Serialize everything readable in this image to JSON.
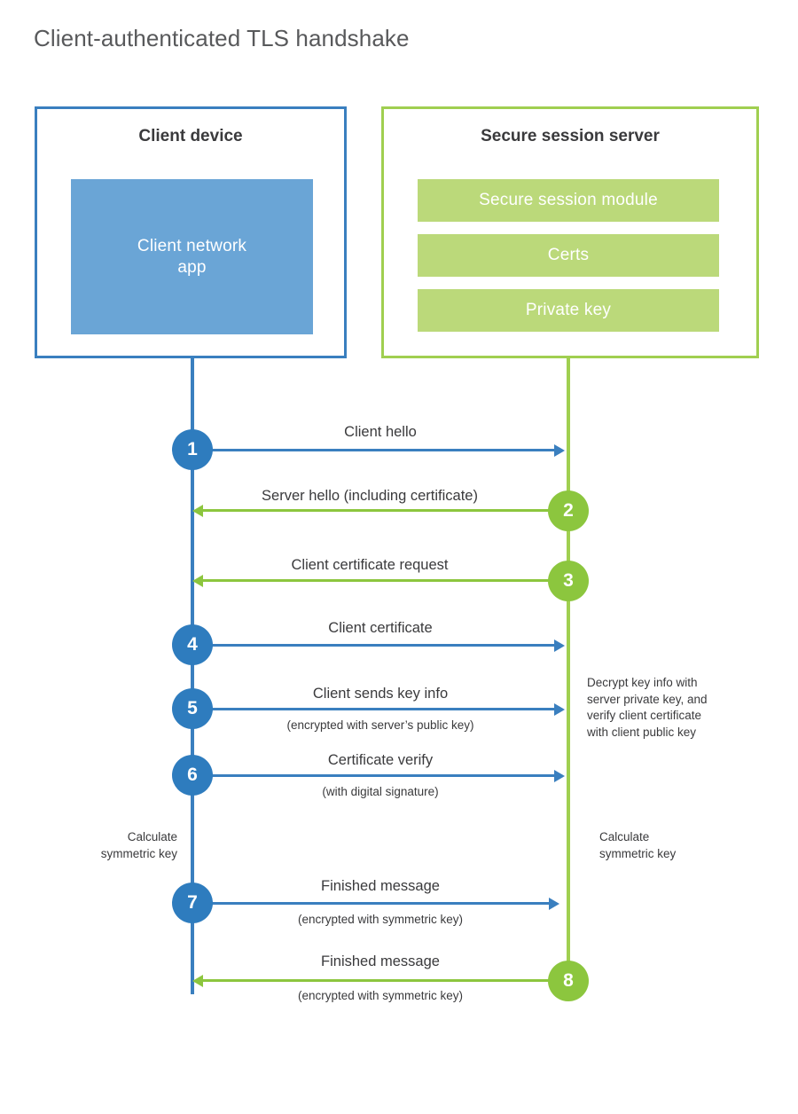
{
  "title": "Client-authenticated TLS handshake",
  "colors": {
    "blue_dark": "#2e7cbe",
    "blue_border": "#3a7fbf",
    "blue_light": "#6aa5d6",
    "green": "#8cc63e",
    "green_border": "#a0cf50",
    "green_light": "#bbd97a",
    "text": "#3a3a3c",
    "title_text": "#58595b",
    "background": "#ffffff"
  },
  "client": {
    "title": "Client device",
    "app_label": "Client network\napp"
  },
  "server": {
    "title": "Secure session server",
    "items": [
      {
        "label": "Secure session module"
      },
      {
        "label": "Certs"
      },
      {
        "label": "Private key"
      }
    ]
  },
  "steps": [
    {
      "number": "1",
      "label": "Client hello",
      "sublabel": "",
      "direction": "client-to-server",
      "color": "blue"
    },
    {
      "number": "2",
      "label": "Server hello (including certificate)",
      "sublabel": "",
      "direction": "server-to-client",
      "color": "green"
    },
    {
      "number": "3",
      "label": "Client certificate request",
      "sublabel": "",
      "direction": "server-to-client",
      "color": "green"
    },
    {
      "number": "4",
      "label": "Client certificate",
      "sublabel": "",
      "direction": "client-to-server",
      "color": "blue"
    },
    {
      "number": "5",
      "label": "Client sends key info",
      "sublabel": "(encrypted with server’s public key)",
      "direction": "client-to-server",
      "color": "blue"
    },
    {
      "number": "6",
      "label": "Certificate verify",
      "sublabel": "(with digital signature)",
      "direction": "client-to-server",
      "color": "blue"
    },
    {
      "number": "7",
      "label": "Finished message",
      "sublabel": "(encrypted with symmetric key)",
      "direction": "client-to-server",
      "color": "blue"
    },
    {
      "number": "8",
      "label": "Finished message",
      "sublabel": "(encrypted with symmetric key)",
      "direction": "server-to-client",
      "color": "green"
    }
  ],
  "notes": {
    "server_decrypt": "Decrypt key info with\nserver private key, and\nverify client certificate\nwith client public key",
    "client_calculate": "Calculate\nsymmetric key",
    "server_calculate": "Calculate\nsymmetric key"
  }
}
